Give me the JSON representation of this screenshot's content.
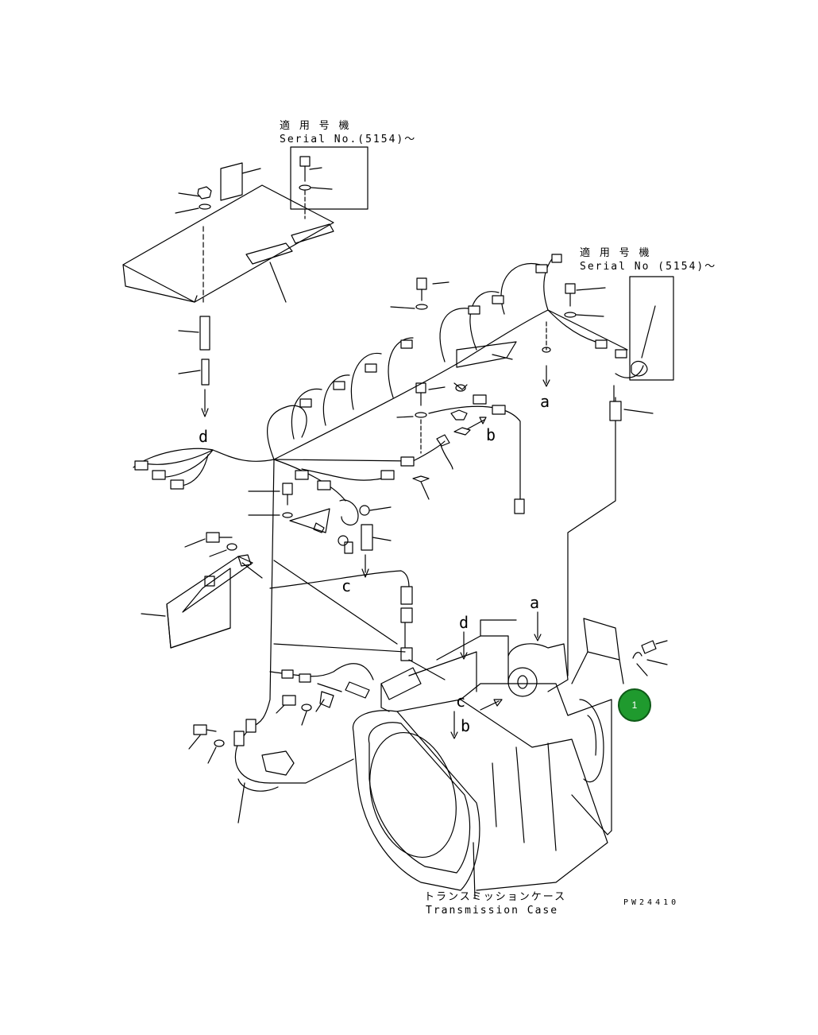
{
  "serial_note_top": {
    "jp": "適 用 号 機",
    "en": "Serial No.(5154)～"
  },
  "serial_note_right": {
    "jp": "適 用 号 機",
    "en": "Serial No (5154)～"
  },
  "ref_labels": {
    "a_upper": "a",
    "b_upper": "b",
    "d_left": "d",
    "c_left": "c",
    "a_lower": "a",
    "d_lower": "d",
    "c_lower": "c",
    "b_lower": "b"
  },
  "caption": {
    "jp": "トランスミッションケース",
    "en": "Transmission Case"
  },
  "drawing_code": "PW24410",
  "badge": {
    "number": "1",
    "color": "#1f9a2e"
  }
}
